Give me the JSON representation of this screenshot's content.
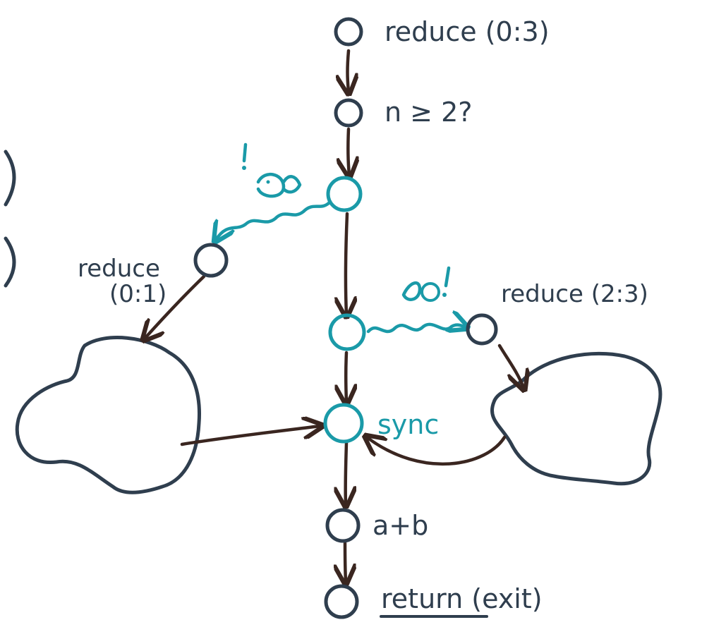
{
  "labels": {
    "reduce_0_3": "reduce (0:3)",
    "n_ge_2": "n ≥ 2?",
    "reduce_0_1_line1": "reduce",
    "reduce_0_1_line2": "(0:1)",
    "reduce_2_3": "reduce (2:3)",
    "sync": "sync",
    "a_plus_b": "a+b",
    "return_word": "return",
    "exit_part": " (exit)"
  },
  "colors": {
    "ink": "#2f3e4e",
    "teal": "#1a9aa8",
    "brown": "#3a2620"
  }
}
